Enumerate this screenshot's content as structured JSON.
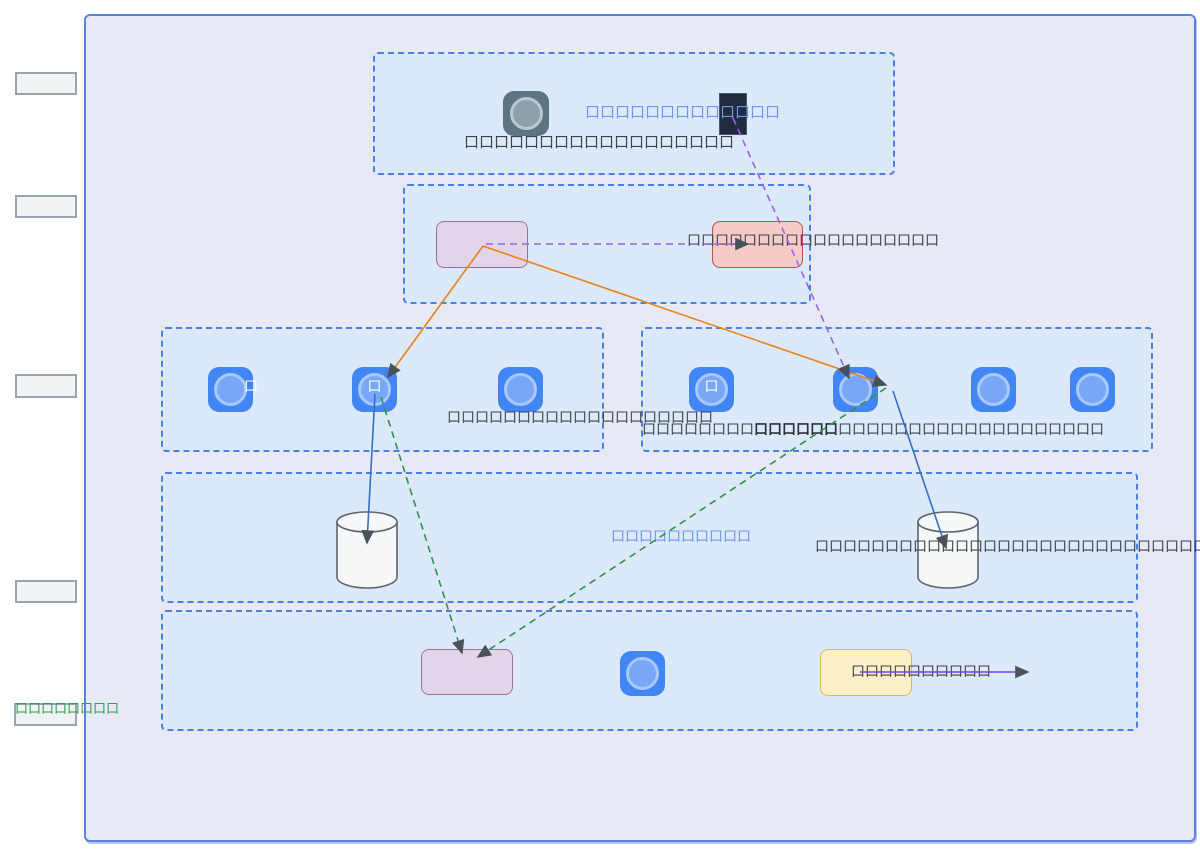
{
  "left_labels": {
    "items": [
      "",
      "",
      "",
      ""
    ],
    "green_label": "口口口口口口口口"
  },
  "sections": {
    "intro": {
      "blue_title": "口口口口口口口口口口口口口",
      "caption": "口口口口口口口口口口口口口口口口口口"
    },
    "pipeline": {
      "label": "口口口口口口口口口口口口口口口口口口"
    },
    "cluster_left": {
      "caption": "口口口口口口口口口口口口口口口口口口口",
      "icon_badge": "口",
      "icon_glyph": "口"
    },
    "cluster_right": {
      "caption_pre": "口口口口口口口口",
      "caption_bold": "口口口口口口",
      "caption_post": "口口口口口口口口口口口口口口口口口口口",
      "icon_glyph": "口"
    },
    "storage": {
      "blue_label": "口口口口口口口口口口",
      "caption": "口口口口口口口口口口口口口口口口口口口口口口口口口口口口口口"
    },
    "output": {
      "label": "口口口口口口口口口口"
    }
  },
  "colors": {
    "canvas_fill": "#e7e9f5",
    "canvas_border": "#5c80dd",
    "section_fill": "#dbe9fb",
    "section_border": "#4d80e4",
    "node_blue": "#4285f4",
    "node_slate": "#5d7482",
    "node_dark": "#202b3d",
    "node_purple_fill": "#e2d5e9",
    "node_purple_border": "#9673a6",
    "node_red_fill": "#f6cbc7",
    "node_red_border": "#b85450",
    "node_yellow_fill": "#fdf0c8",
    "node_yellow_border": "#d8b95c",
    "arrow_orange": "#e8831d",
    "arrow_blue": "#3171c5",
    "arrow_green": "#2f9549",
    "arrow_purple_dashed": "#9566ea",
    "arrow_purple_solid": "#7a3ef2",
    "label_blue_text": "#6f96ef",
    "label_green_text": "#2e9e57",
    "caption_text": "#3c434b"
  }
}
